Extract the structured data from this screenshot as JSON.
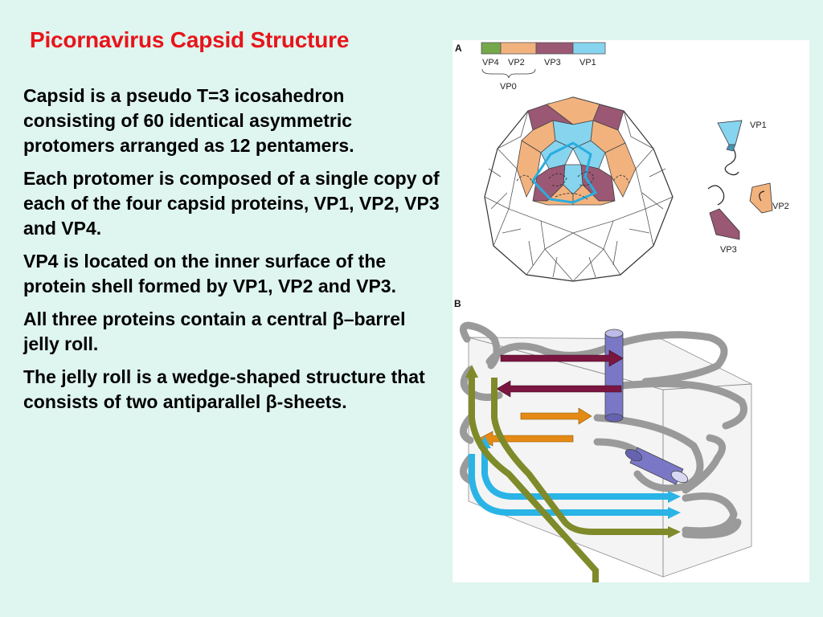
{
  "title": "Picornavirus Capsid Structure",
  "paragraphs": {
    "p1": "Capsid is a pseudo T=3 icosahedron consisting of 60 identical asymmetric protomers arranged as 12 pentamers.",
    "p2": "Each protomer is composed of a single copy of each of the four capsid proteins, VP1, VP2, VP3 and VP4.",
    "p3": "VP4 is located on the inner surface of the protein shell formed by VP1, VP2 and VP3.",
    "p4_pre": "All three proteins contain a central ",
    "p4_beta": "β",
    "p4_post": "–barrel jelly roll.",
    "p5_pre": "The jelly roll is a wedge-shaped structure that consists of two antiparallel ",
    "p5_beta": "β",
    "p5_post": "-sheets."
  },
  "figure": {
    "panel_a_label": "A",
    "panel_b_label": "B",
    "legend": {
      "vp4": "VP4",
      "vp2": "VP2",
      "vp3": "VP3",
      "vp1": "VP1",
      "vp0": "VP0"
    },
    "subunit_labels": {
      "vp1": "VP1",
      "vp2": "VP2",
      "vp3": "VP3"
    },
    "colors": {
      "vp4": "#74a84a",
      "vp2": "#f2b27e",
      "vp3": "#9a5874",
      "vp1": "#87d4ef",
      "strand_maroon": "#7a1640",
      "strand_orange": "#e58a14",
      "strand_cyan": "#2ab4e6",
      "strand_olive": "#7f8a2a",
      "helix": "#7a78c6"
    }
  }
}
